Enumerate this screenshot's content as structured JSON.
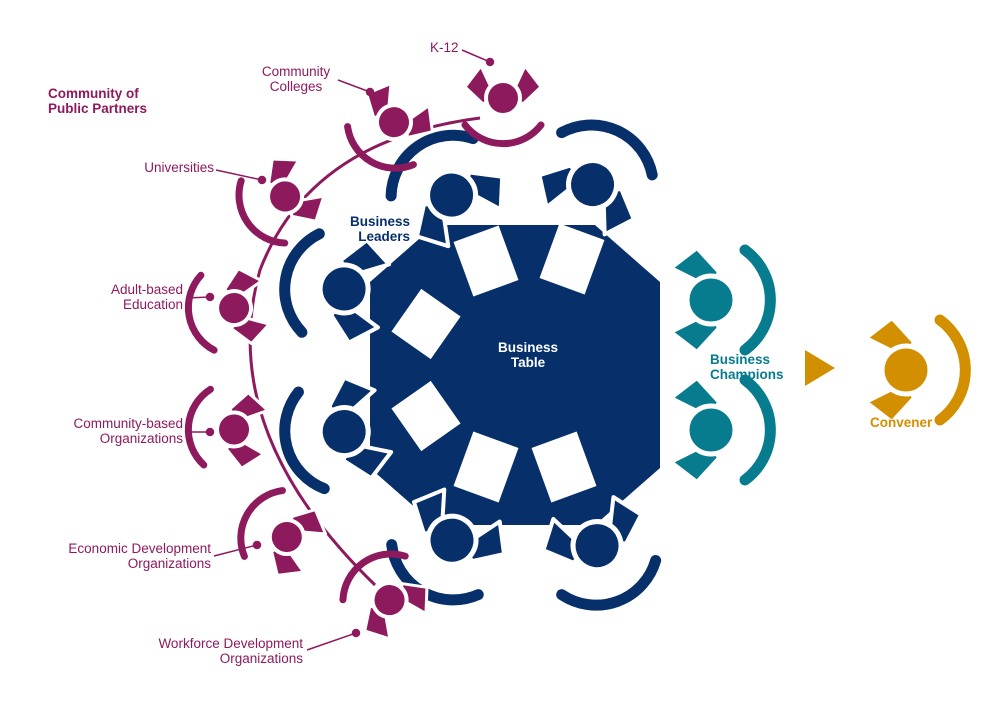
{
  "colors": {
    "partners": "#8e1a5e",
    "leaders": "#07306b",
    "champions": "#077c8e",
    "convener": "#d29000",
    "table": "#07306b",
    "paper": "#ffffff"
  },
  "icons": {
    "seat": "person-top-view-icon",
    "arrow": "arrow-right-icon"
  },
  "group_title": {
    "line1": "Community of",
    "line2": "Public Partners"
  },
  "partners": [
    {
      "line1": "K-12",
      "line2": ""
    },
    {
      "line1": "Community",
      "line2": "Colleges"
    },
    {
      "line1": "Universities",
      "line2": ""
    },
    {
      "line1": "Adult-based",
      "line2": "Education"
    },
    {
      "line1": "Community-based",
      "line2": "Organizations"
    },
    {
      "line1": "Economic Development",
      "line2": "Organizations"
    },
    {
      "line1": "Workforce Development",
      "line2": "Organizations"
    }
  ],
  "leaders_label": {
    "line1": "Business",
    "line2": "Leaders"
  },
  "table_label": {
    "line1": "Business",
    "line2": "Table"
  },
  "champions_label": {
    "line1": "Business",
    "line2": "Champions"
  },
  "convener_label": "Convener"
}
